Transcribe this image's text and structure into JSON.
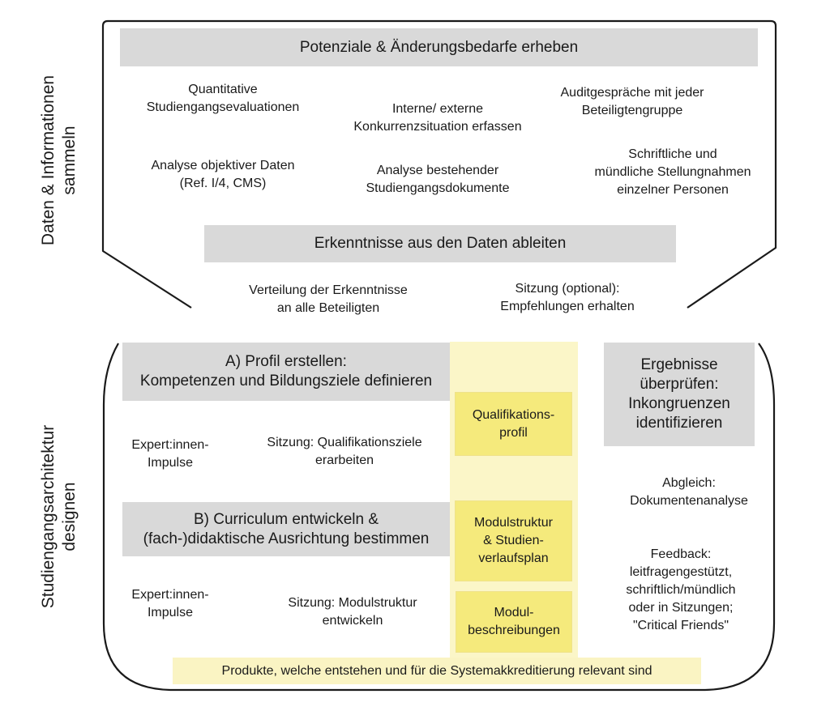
{
  "side_labels": {
    "top": "Daten & Informationen\nsammeln",
    "bottom": "Studiengangsarchitektur\ndesignen"
  },
  "phase1": {
    "header": "Potenziale & Änderungsbedarfe erheben",
    "items": [
      "Quantitative\nStudiengangsevaluationen",
      "Interne/ externe\nKonkurrenzsituation erfassen",
      "Auditgespräche mit jeder\nBeteiligtengruppe",
      "Analyse objektiver Daten\n(Ref. I/4, CMS)",
      "Analyse bestehender\nStudiengangsdokumente",
      "Schriftliche und\nmündliche Stellungnahmen\neinzelner Personen"
    ],
    "subheader": "Erkenntnisse aus den Daten ableiten",
    "sub_items": [
      "Verteilung der Erkenntnisse\nan alle Beteiligten",
      "Sitzung (optional):\nEmpfehlungen erhalten"
    ]
  },
  "phase2": {
    "step_a": {
      "header": "A) Profil erstellen:\nKompetenzen und Bildungsziele definieren",
      "items": [
        "Expert:innen-\nImpulse",
        "Sitzung: Qualifikationsziele\nerarbeiten"
      ]
    },
    "step_b": {
      "header": "B) Curriculum entwickeln &\n(fach-)didaktische Ausrichtung bestimmen",
      "items": [
        "Expert:innen-\nImpulse",
        "Sitzung: Modulstruktur\nentwickeln"
      ]
    },
    "products": [
      "Qualifikations-\nprofil",
      "Modulstruktur\n& Studien-\nverlaufsplan",
      "Modul-\nbeschreibungen"
    ],
    "products_caption": "Produkte, welche entstehen und für die Systemakkreditierung relevant sind",
    "review": {
      "header": "Ergebnisse\nüberprüfen:\nInkongruenzen\nidentifizieren",
      "items": [
        "Abgleich:\nDokumentenanalyse",
        "Feedback:\nleitfragengestützt,\nschriftlich/mündlich\noder in Sitzungen;\n\"Critical Friends\""
      ]
    }
  },
  "colors": {
    "gray_box": "#d9d9d9",
    "yellow_column": "#fbf6c8",
    "yellow_box": "#f5ea7c",
    "outline": "#1a1a1a"
  }
}
